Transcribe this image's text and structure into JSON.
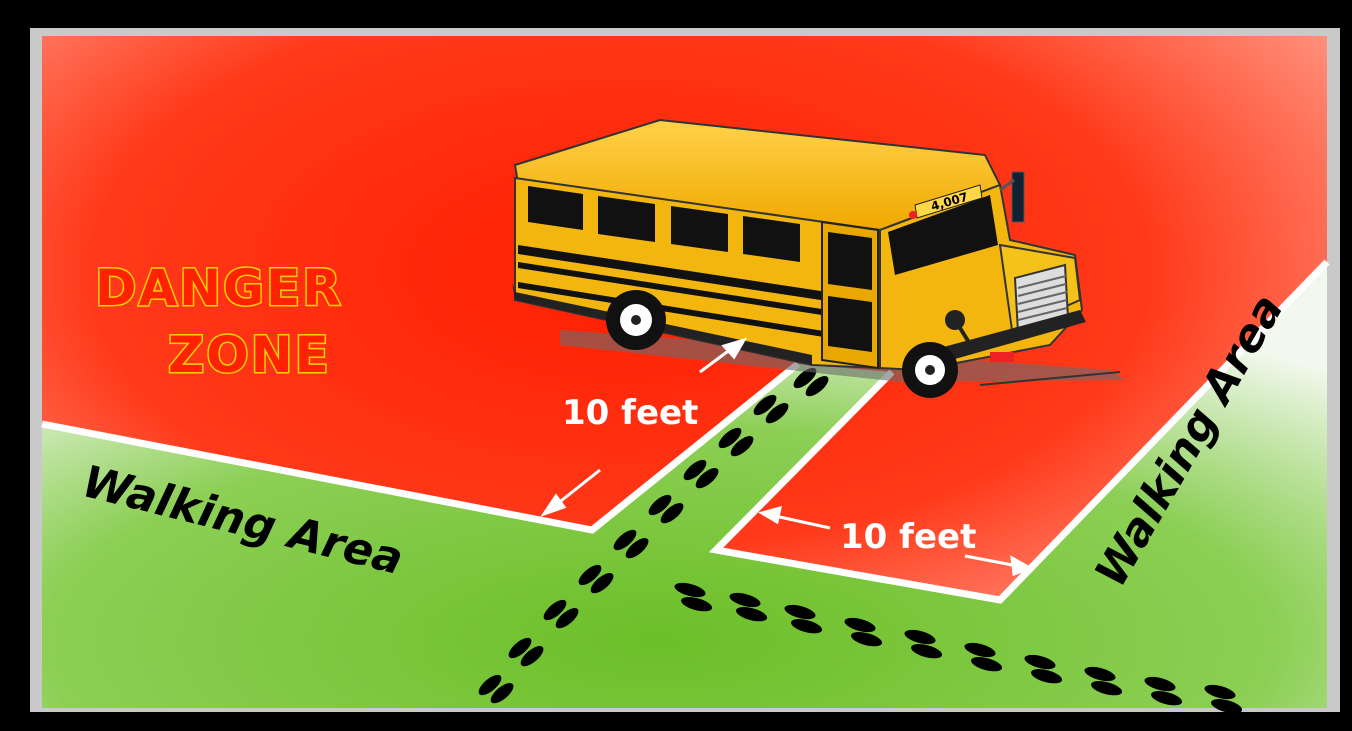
{
  "labels": {
    "danger_line1": "DANGER",
    "danger_line2": "ZONE",
    "walking_area_left": "Walking Area",
    "walking_area_right": "Walking Area",
    "distance_side": "10 feet",
    "distance_front": "10 feet"
  },
  "colors": {
    "danger_zone": "#ff2a0f",
    "walking_area": "#6fbf3a",
    "bus_body": "#f2b60f",
    "frame": "#000000"
  },
  "icons": {
    "bus": "school-bus-icon",
    "footprints": "footprints-icon"
  }
}
